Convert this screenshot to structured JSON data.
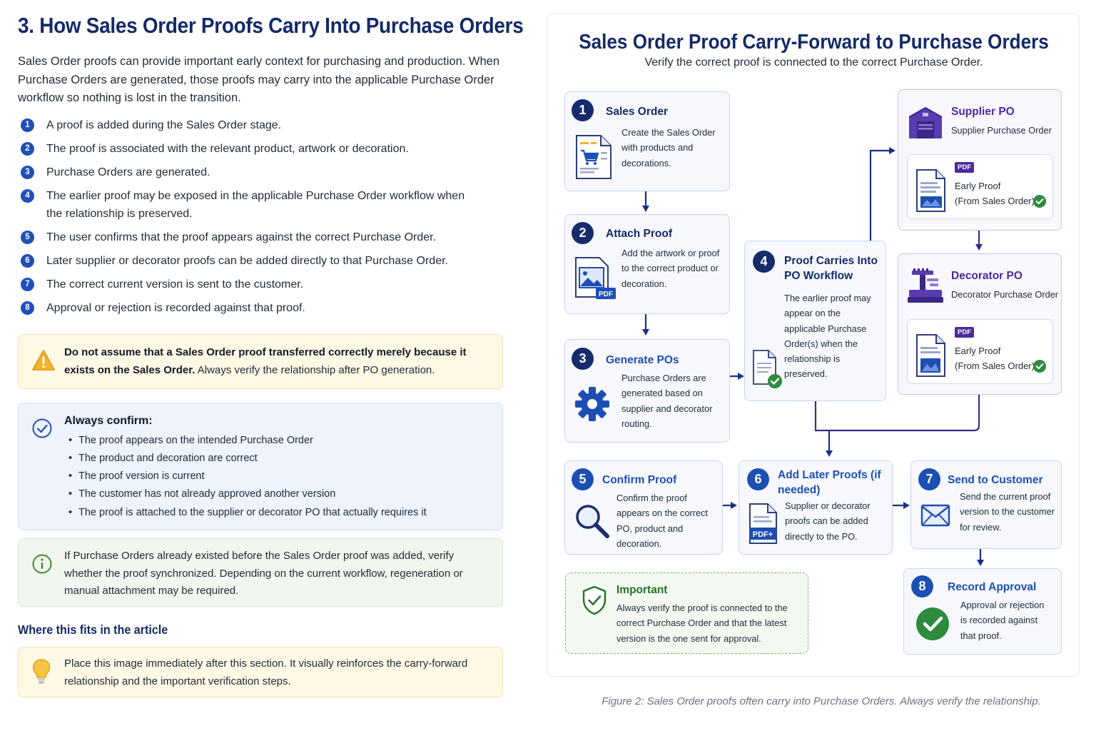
{
  "article": {
    "heading": "3. How Sales Order Proofs Carry Into Purchase Orders",
    "intro": "Sales Order proofs can provide important early context for purchasing and production. When Purchase Orders are generated, those proofs may carry into the applicable Purchase Order workflow so nothing is lost in the transition.",
    "steps": [
      {
        "n": "1",
        "text": "A proof is added during the Sales Order stage."
      },
      {
        "n": "2",
        "text": "The proof is associated with the relevant product, artwork or decoration."
      },
      {
        "n": "3",
        "text": "Purchase Orders are generated."
      },
      {
        "n": "4",
        "text": "The earlier proof may be exposed in the applicable Purchase Order workflow when the relationship is preserved."
      },
      {
        "n": "5",
        "text": "The user confirms that the proof appears against the correct Purchase Order."
      },
      {
        "n": "6",
        "text": "Later supplier or decorator proofs can be added directly to that Purchase Order."
      },
      {
        "n": "7",
        "text": "The correct current version is sent to the customer."
      },
      {
        "n": "8",
        "text": "Approval or rejection is recorded against that proof."
      }
    ],
    "warning": {
      "bold": "Do not assume that a Sales Order proof transferred correctly merely because it exists on the Sales Order.",
      "rest": " Always verify the relationship after PO generation."
    },
    "confirm": {
      "title": "Always confirm:",
      "items": [
        "The proof appears on the intended Purchase Order",
        "The product and decoration are correct",
        "The proof version is current",
        "The customer has not already approved another version",
        "The proof is attached to the supplier or decorator PO that actually requires it"
      ]
    },
    "info": "If Purchase Orders already existed before the Sales Order proof was added, verify whether the proof synchronized. Depending on the current workflow, regeneration or manual attachment may be required.",
    "where_heading": "Where this fits in the article",
    "placement": "Place this image immediately after this section. It visually reinforces the carry-forward relationship and the important verification steps."
  },
  "diagram": {
    "title": "Sales Order Proof Carry-Forward to Purchase Orders",
    "subtitle": "Verify the correct proof is connected to the correct Purchase Order.",
    "cards": {
      "c1": {
        "n": "1",
        "title": "Sales Order",
        "desc": "Create the Sales Order with products and decorations.",
        "icon": "sales-order-document-icon"
      },
      "c2": {
        "n": "2",
        "title": "Attach Proof",
        "desc": "Add the artwork or proof to the correct product or decoration.",
        "icon": "image-pdf-icon",
        "tag": "PDF"
      },
      "c3": {
        "n": "3",
        "title": "Generate POs",
        "desc": "Purchase Orders are generated based on supplier and decorator routing.",
        "icon": "gear-icon"
      },
      "c4": {
        "n": "4",
        "title": "Proof Carries Into PO Workflow",
        "desc": "The earlier proof may appear on the applicable Purchase Order(s) when the relationship is preserved.",
        "icon": "document-check-icon"
      },
      "c5": {
        "n": "5",
        "title": "Confirm Proof",
        "desc": "Confirm the proof appears on the correct PO, product and decoration.",
        "icon": "magnifier-icon"
      },
      "c6": {
        "n": "6",
        "title": "Add Later Proofs (if needed)",
        "desc": "Supplier or decorator proofs can be added directly to the PO.",
        "icon": "pdf-plus-icon",
        "tag": "PDF+"
      },
      "c7": {
        "n": "7",
        "title": "Send to Customer",
        "desc": "Send the current proof version to the customer for review.",
        "icon": "envelope-icon"
      },
      "c8": {
        "n": "8",
        "title": "Record Approval",
        "desc": "Approval or rejection is recorded against that proof.",
        "icon": "check-circle-icon"
      }
    },
    "supplier": {
      "title": "Supplier PO",
      "desc": "Supplier Purchase Order",
      "tag": "PDF",
      "proof": "Early Proof",
      "from": "(From Sales Order)",
      "icon": "warehouse-icon"
    },
    "decorator": {
      "title": "Decorator PO",
      "desc": "Decorator Purchase Order",
      "tag": "PDF",
      "proof": "Early Proof",
      "from": "(From Sales Order)",
      "icon": "embroidery-machine-icon"
    },
    "important": {
      "title": "Important",
      "desc": "Always verify the proof is connected to the correct Purchase Order and that the latest version is the one sent for approval.",
      "icon": "shield-check-icon"
    },
    "caption": "Figure 2: Sales Order proofs often carry into Purchase Orders. Always verify the relationship.",
    "colors": {
      "navy": "#152a66",
      "blue": "#1d4fb3",
      "purple": "#4b2a9a",
      "green": "#25702b",
      "arrow": "#1a2f86"
    }
  }
}
